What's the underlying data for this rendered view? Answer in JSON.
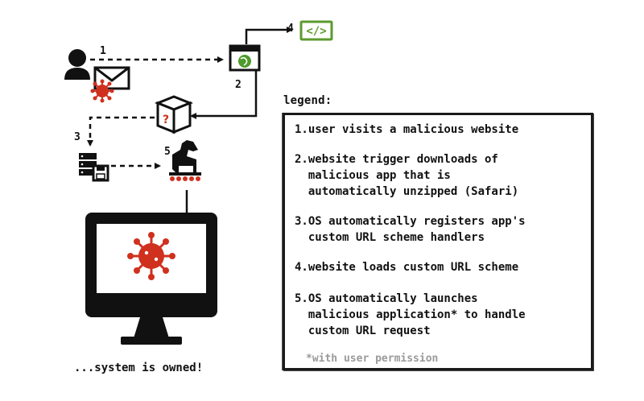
{
  "steps": {
    "s1": "1",
    "s2": "2",
    "s3": "3",
    "s4": "4",
    "s5": "5"
  },
  "code_icon_glyph": "</>",
  "legend": {
    "title": "legend:",
    "items": [
      "1.user visits a malicious website",
      "2.website trigger downloads of\n  malicious app that is\n  automatically unzipped (Safari)",
      "3.OS automatically registers app's\n  custom URL scheme handlers",
      "4.website loads custom URL scheme",
      "5.OS automatically launches\n  malicious application* to handle\n  custom URL request"
    ],
    "note": "*with user permission"
  },
  "caption": "...system is owned!",
  "icons": {
    "user": "user-icon",
    "email": "envelope-icon",
    "virus": "virus-icon",
    "browser": "browser-window-icon",
    "code": "code-icon",
    "package": "package-box-icon",
    "server": "server-disk-icon",
    "trojan": "trojan-horse-icon",
    "monitor": "monitor-icon"
  },
  "colors": {
    "virus_red": "#d0301e",
    "code_green": "#5c9a2e",
    "browser_green": "#4e9a2a",
    "ink": "#111111",
    "note_gray": "#9a9a9a"
  }
}
